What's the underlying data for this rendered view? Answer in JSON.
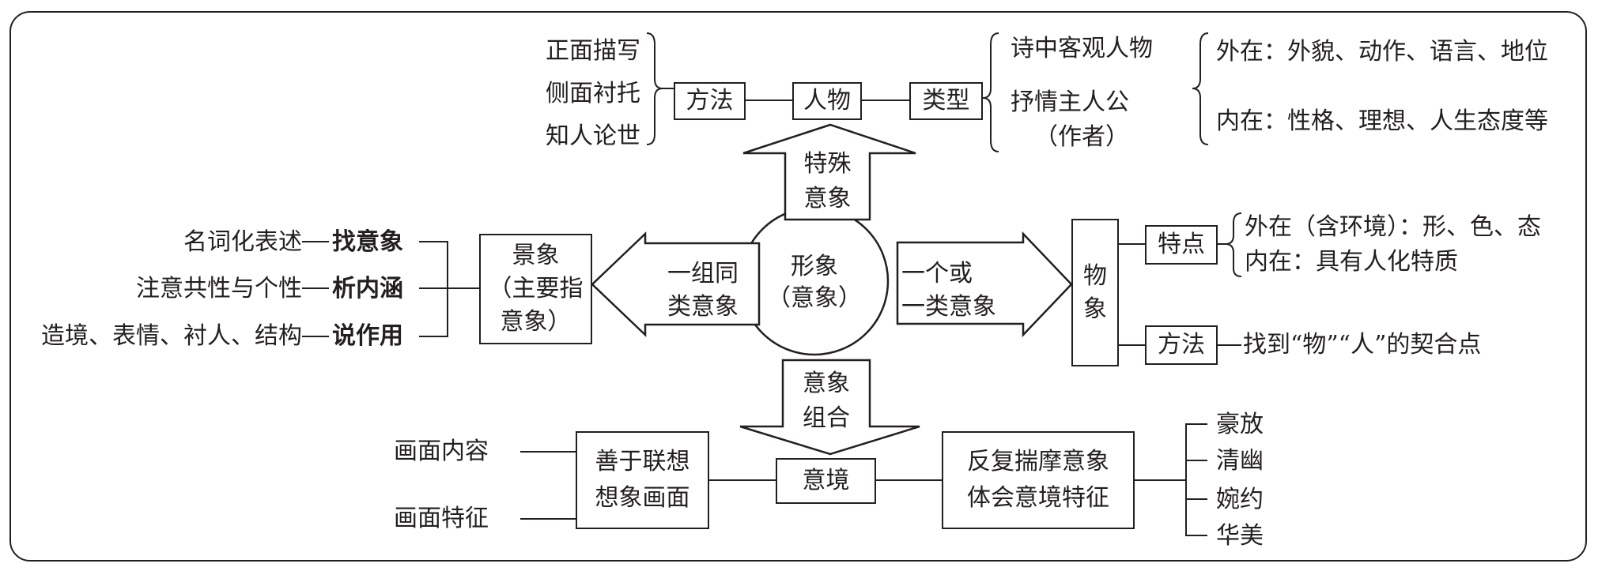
{
  "top": {
    "methods_items": [
      "正面描写",
      "侧面衬托",
      "知人论世"
    ],
    "method_box": "方法",
    "character_box": "人物",
    "type_box": "类型",
    "types": [
      "诗中客观人物",
      "抒情主人公",
      "（作者）"
    ],
    "external": "外在：外貌、动作、语言、地位",
    "internal": "内在：性格、理想、人生态度等"
  },
  "center": {
    "circle_line1": "形象",
    "circle_line2": "（意象）",
    "up_arrow": [
      "特殊",
      "意象"
    ],
    "left_arrow": [
      "一组同",
      "类意象"
    ],
    "right_arrow": [
      "一个或",
      "一类意象"
    ],
    "down_arrow": [
      "意象",
      "组合"
    ]
  },
  "left": {
    "rows": [
      {
        "prefix": "名词化表述",
        "action": "找意象"
      },
      {
        "prefix": "注意共性与个性",
        "action": "析内涵"
      },
      {
        "prefix": "造境、表情、衬人、结构",
        "action": "说作用"
      }
    ],
    "scene_box": [
      "景象",
      "（主要指",
      "意象）"
    ]
  },
  "right": {
    "object_box": [
      "物",
      "象"
    ],
    "feature_box": "特点",
    "feature_external": "外在（含环境）：形、色、态",
    "feature_internal": "内在：具有人化特质",
    "method_box": "方法",
    "method_text": "找到“物”“人”的契合点"
  },
  "bottom": {
    "picture_content": "画面内容",
    "picture_feature": "画面特征",
    "imagine_box": [
      "善于联想",
      "想象画面"
    ],
    "realm_box": "意境",
    "ponder_box": [
      "反复揣摩意象",
      "体会意境特征"
    ],
    "styles": [
      "豪放",
      "清幽",
      "婉约",
      "华美"
    ]
  }
}
